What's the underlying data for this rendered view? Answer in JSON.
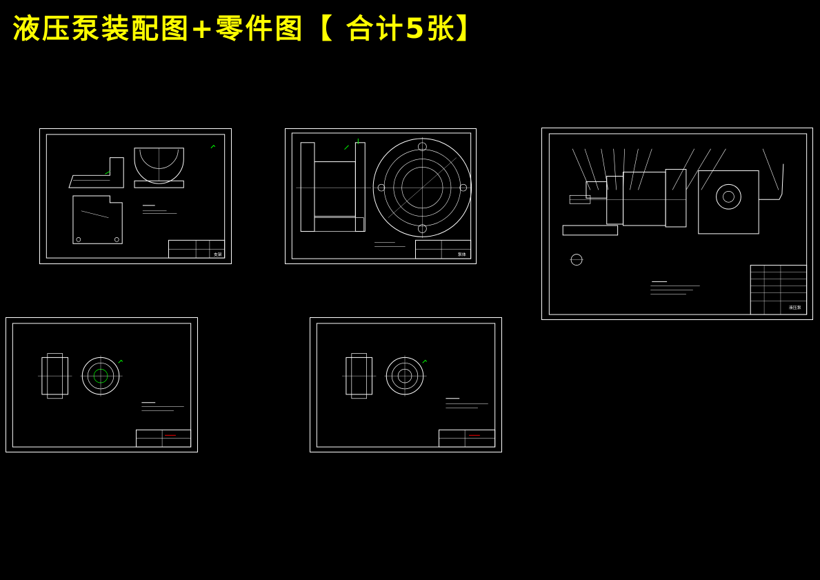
{
  "title": "液压泵装配图+零件图【 合计5张】",
  "colors": {
    "background": "#000000",
    "title": "#ffff00",
    "frame": "#ffffff",
    "dimension": "#00ff00",
    "leader": "#ff0000"
  },
  "sheets": [
    {
      "id": "support-bracket",
      "label": "支架"
    },
    {
      "id": "pump-body",
      "label": "泵体"
    },
    {
      "id": "pump-assembly",
      "label": "液压泵"
    },
    {
      "id": "gear-part-a",
      "label": ""
    },
    {
      "id": "gear-part-b",
      "label": ""
    }
  ]
}
